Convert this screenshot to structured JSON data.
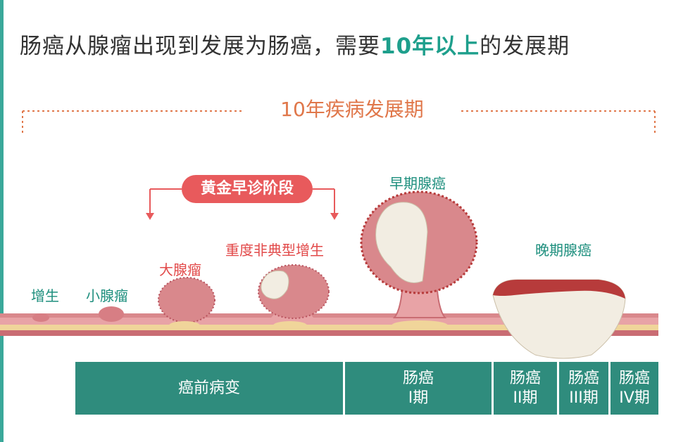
{
  "headline": {
    "prefix": "肠癌从腺瘤出现到发展为肠癌，需要",
    "highlight": "10年以上",
    "suffix": "的发展期"
  },
  "period_title": "10年疾病发展期",
  "golden_stage": "黄金早诊阶段",
  "stages": {
    "hyperplasia": "增生",
    "small_adenoma": "小腺瘤",
    "large_adenoma": "大腺瘤",
    "severe_dysplasia": "重度非典型增生",
    "early_cancer": "早期腺癌",
    "late_cancer": "晚期腺癌"
  },
  "band": [
    {
      "line1": "癌前病变",
      "line2": ""
    },
    {
      "line1": "肠癌",
      "line2": "I期"
    },
    {
      "line1": "肠癌",
      "line2": "II期"
    },
    {
      "line1": "肠癌",
      "line2": "III期"
    },
    {
      "line1": "肠癌",
      "line2": "IV期"
    }
  ],
  "colors": {
    "teal": "#2f8c7d",
    "accent_orange": "#e0774a",
    "pill_red": "#e85a5c",
    "tissue_pink": "#e8a3a6",
    "tumor_cream": "#f2ede2",
    "tumor_dark_red": "#b73b3b"
  }
}
